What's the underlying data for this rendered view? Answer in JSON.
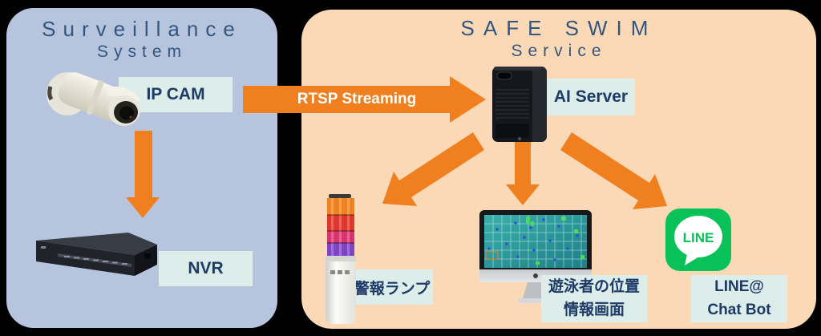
{
  "surveillance_panel": {
    "title": "Surveillance",
    "subtitle": "System"
  },
  "safe_swim_panel": {
    "title": "SAFE SWIM",
    "subtitle": "Service"
  },
  "nodes": {
    "ip_cam": {
      "label": "IP CAM"
    },
    "nvr": {
      "label": "NVR"
    },
    "ai_server": {
      "label": "AI Server"
    },
    "alarm_lamp": {
      "label": "警報ランプ"
    },
    "position_screen": {
      "line1": "遊泳者の位置",
      "line2": "情報画面"
    },
    "line_bot": {
      "line1": "LINE@",
      "line2": "Chat Bot"
    }
  },
  "connections": {
    "rtsp": {
      "label": "RTSP Streaming"
    }
  },
  "icons": {
    "line_logo": {
      "text": "LINE"
    }
  },
  "colors": {
    "arrow_orange": "#F0801F",
    "left_panel_bg": "#B6C4DE",
    "right_panel_bg": "#FBD9B6",
    "label_bg": "#DCEDEA",
    "label_text": "#1E3A66",
    "title_text": "#33567E",
    "line_green": "#09C159",
    "rtsp_text": "#FFFFFF"
  }
}
